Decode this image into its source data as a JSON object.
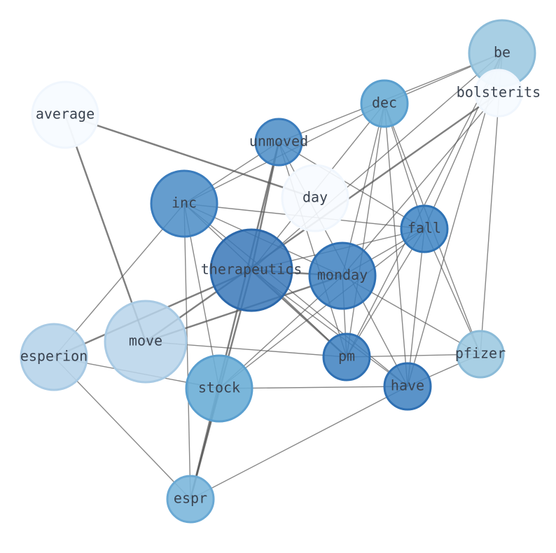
{
  "colors": {
    "background": "#ffffff",
    "edge": "#555555",
    "label": "#3a4350"
  },
  "nodes": [
    {
      "id": "be",
      "label": "be",
      "fill": "#9ecae1",
      "stroke": "#8bbbd8",
      "opacity": 0.9
    },
    {
      "id": "bolsterits",
      "label": "bolsterits",
      "fill": "#f7fbff",
      "stroke": "#f0f6fd",
      "opacity": 0.95
    },
    {
      "id": "dec",
      "label": "dec",
      "fill": "#6baed6",
      "stroke": "#5a9fcf",
      "opacity": 0.9
    },
    {
      "id": "average",
      "label": "average",
      "fill": "#f7fbff",
      "stroke": "#f0f6fd",
      "opacity": 0.95
    },
    {
      "id": "unmoved",
      "label": "unmoved",
      "fill": "#4a8cc6",
      "stroke": "#3a7cbd",
      "opacity": 0.85
    },
    {
      "id": "day",
      "label": "day",
      "fill": "#f7fbff",
      "stroke": "#f0f6fd",
      "opacity": 0.9
    },
    {
      "id": "inc",
      "label": "inc",
      "fill": "#4a8cc6",
      "stroke": "#3a7cbd",
      "opacity": 0.85
    },
    {
      "id": "fall",
      "label": "fall",
      "fill": "#3d84c3",
      "stroke": "#2f73b5",
      "opacity": 0.85
    },
    {
      "id": "therapeutics",
      "label": "therapeutics",
      "fill": "#3a78b8",
      "stroke": "#2b68ab",
      "opacity": 0.85
    },
    {
      "id": "monday",
      "label": "monday",
      "fill": "#3d80c0",
      "stroke": "#2f70b3",
      "opacity": 0.85
    },
    {
      "id": "esperion",
      "label": "esperion",
      "fill": "#b7d4ea",
      "stroke": "#a8cae4",
      "opacity": 0.9
    },
    {
      "id": "move",
      "label": "move",
      "fill": "#b7d4ea",
      "stroke": "#a8cae4",
      "opacity": 0.85
    },
    {
      "id": "pm",
      "label": "pm",
      "fill": "#3d80c0",
      "stroke": "#2f70b3",
      "opacity": 0.85
    },
    {
      "id": "pfizer",
      "label": "pfizer",
      "fill": "#9ecae1",
      "stroke": "#8bbbd8",
      "opacity": 0.9
    },
    {
      "id": "stock",
      "label": "stock",
      "fill": "#6baed6",
      "stroke": "#5a9fcf",
      "opacity": 0.9
    },
    {
      "id": "have",
      "label": "have",
      "fill": "#3d80c0",
      "stroke": "#2f70b3",
      "opacity": 0.85
    },
    {
      "id": "espr",
      "label": "espr",
      "fill": "#7cb7dc",
      "stroke": "#6aa9d4",
      "opacity": 0.9
    }
  ],
  "edges": [
    {
      "source": "average",
      "target": "day",
      "weight": 2.5,
      "opacity": 0.75
    },
    {
      "source": "average",
      "target": "move",
      "weight": 2.5,
      "opacity": 0.75
    },
    {
      "source": "be",
      "target": "dec",
      "weight": 1.4,
      "opacity": 0.7
    },
    {
      "source": "be",
      "target": "unmoved",
      "weight": 1.4,
      "opacity": 0.7
    },
    {
      "source": "be",
      "target": "fall",
      "weight": 1.4,
      "opacity": 0.7
    },
    {
      "source": "be",
      "target": "have",
      "weight": 1.4,
      "opacity": 0.7
    },
    {
      "source": "be",
      "target": "pm",
      "weight": 1.4,
      "opacity": 0.7
    },
    {
      "source": "be",
      "target": "pfizer",
      "weight": 1.4,
      "opacity": 0.7
    },
    {
      "source": "be",
      "target": "therapeutics",
      "weight": 1.4,
      "opacity": 0.7
    },
    {
      "source": "bolsterits",
      "target": "move",
      "weight": 2.5,
      "opacity": 0.75
    },
    {
      "source": "bolsterits",
      "target": "monday",
      "weight": 1.4,
      "opacity": 0.7
    },
    {
      "source": "dec",
      "target": "inc",
      "weight": 1.4,
      "opacity": 0.7
    },
    {
      "source": "dec",
      "target": "therapeutics",
      "weight": 1.4,
      "opacity": 0.7
    },
    {
      "source": "dec",
      "target": "monday",
      "weight": 1.4,
      "opacity": 0.7
    },
    {
      "source": "dec",
      "target": "pm",
      "weight": 1.4,
      "opacity": 0.7
    },
    {
      "source": "dec",
      "target": "have",
      "weight": 1.4,
      "opacity": 0.7
    },
    {
      "source": "dec",
      "target": "fall",
      "weight": 1.4,
      "opacity": 0.7
    },
    {
      "source": "dec",
      "target": "pfizer",
      "weight": 1.4,
      "opacity": 0.7
    },
    {
      "source": "unmoved",
      "target": "inc",
      "weight": 1.4,
      "opacity": 0.7
    },
    {
      "source": "unmoved",
      "target": "therapeutics",
      "weight": 2.5,
      "opacity": 0.75
    },
    {
      "source": "unmoved",
      "target": "espr",
      "weight": 2.5,
      "opacity": 0.75
    },
    {
      "source": "unmoved",
      "target": "fall",
      "weight": 1.4,
      "opacity": 0.7
    },
    {
      "source": "unmoved",
      "target": "pm",
      "weight": 1.4,
      "opacity": 0.7
    },
    {
      "source": "unmoved",
      "target": "have",
      "weight": 1.4,
      "opacity": 0.7
    },
    {
      "source": "inc",
      "target": "fall",
      "weight": 1.4,
      "opacity": 0.7
    },
    {
      "source": "inc",
      "target": "monday",
      "weight": 1.4,
      "opacity": 0.7
    },
    {
      "source": "inc",
      "target": "pm",
      "weight": 1.4,
      "opacity": 0.7
    },
    {
      "source": "inc",
      "target": "have",
      "weight": 1.4,
      "opacity": 0.7
    },
    {
      "source": "inc",
      "target": "stock",
      "weight": 1.4,
      "opacity": 0.7
    },
    {
      "source": "inc",
      "target": "espr",
      "weight": 1.4,
      "opacity": 0.7
    },
    {
      "source": "inc",
      "target": "esperion",
      "weight": 1.4,
      "opacity": 0.7
    },
    {
      "source": "therapeutics",
      "target": "monday",
      "weight": 2.5,
      "opacity": 0.75
    },
    {
      "source": "therapeutics",
      "target": "esperion",
      "weight": 2.5,
      "opacity": 0.75
    },
    {
      "source": "therapeutics",
      "target": "espr",
      "weight": 2.5,
      "opacity": 0.75
    },
    {
      "source": "therapeutics",
      "target": "pm",
      "weight": 2.5,
      "opacity": 0.75
    },
    {
      "source": "therapeutics",
      "target": "have",
      "weight": 1.4,
      "opacity": 0.7
    },
    {
      "source": "therapeutics",
      "target": "fall",
      "weight": 1.4,
      "opacity": 0.7
    },
    {
      "source": "monday",
      "target": "move",
      "weight": 2.5,
      "opacity": 0.75
    },
    {
      "source": "monday",
      "target": "fall",
      "weight": 1.4,
      "opacity": 0.7
    },
    {
      "source": "monday",
      "target": "pfizer",
      "weight": 1.4,
      "opacity": 0.7
    },
    {
      "source": "monday",
      "target": "stock",
      "weight": 1.4,
      "opacity": 0.7
    },
    {
      "source": "monday",
      "target": "pm",
      "weight": 1.4,
      "opacity": 0.7
    },
    {
      "source": "fall",
      "target": "pm",
      "weight": 1.4,
      "opacity": 0.7
    },
    {
      "source": "fall",
      "target": "have",
      "weight": 1.4,
      "opacity": 0.7
    },
    {
      "source": "fall",
      "target": "stock",
      "weight": 1.4,
      "opacity": 0.7
    },
    {
      "source": "fall",
      "target": "pfizer",
      "weight": 1.4,
      "opacity": 0.7
    },
    {
      "source": "move",
      "target": "pm",
      "weight": 1.4,
      "opacity": 0.7
    },
    {
      "source": "esperion",
      "target": "stock",
      "weight": 1.4,
      "opacity": 0.7
    },
    {
      "source": "esperion",
      "target": "espr",
      "weight": 1.4,
      "opacity": 0.7
    },
    {
      "source": "stock",
      "target": "have",
      "weight": 1.4,
      "opacity": 0.7
    },
    {
      "source": "stock",
      "target": "espr",
      "weight": 1.4,
      "opacity": 0.7
    },
    {
      "source": "pm",
      "target": "pfizer",
      "weight": 1.4,
      "opacity": 0.7
    },
    {
      "source": "have",
      "target": "pfizer",
      "weight": 1.4,
      "opacity": 0.7
    },
    {
      "source": "have",
      "target": "espr",
      "weight": 1.4,
      "opacity": 0.7
    }
  ]
}
